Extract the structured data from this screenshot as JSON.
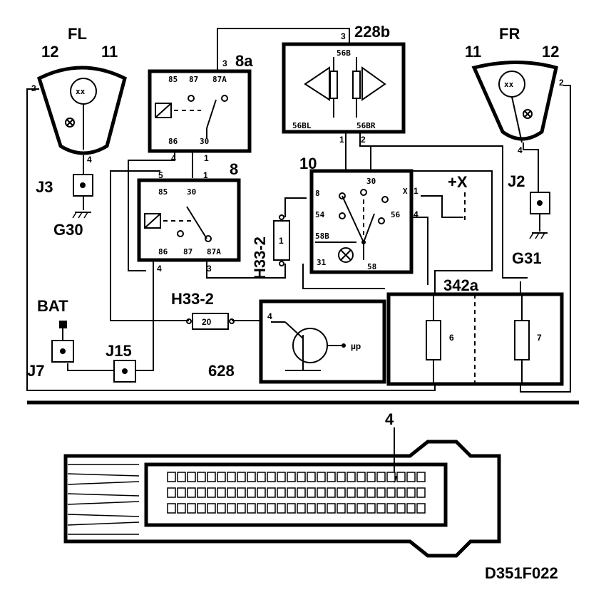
{
  "lamps": {
    "fl": {
      "label": "FL",
      "pin_left": "12",
      "pin_right": "11",
      "pin_side": "2",
      "pin_bottom": "4"
    },
    "fr": {
      "label": "FR",
      "pin_left": "11",
      "pin_right": "12",
      "pin_side": "2",
      "pin_bottom": "4"
    }
  },
  "junctions": {
    "j3": "J3",
    "j2": "J2",
    "j7": "J7",
    "j15": "J15"
  },
  "grounds": {
    "g30": "G30",
    "g31": "G31"
  },
  "bat": "BAT",
  "relay_8a": {
    "label": "8a",
    "pin_85": "85",
    "pin_87": "87",
    "pin_87a": "87A",
    "pin_86": "86",
    "pin_30": "30",
    "conn_top": "3",
    "conn_bl": "4",
    "conn_br": "1"
  },
  "relay_8": {
    "label": "8",
    "pin_85": "85",
    "pin_30": "30",
    "pin_86": "86",
    "pin_87": "87",
    "pin_87a": "87A",
    "conn_tl": "5",
    "conn_tr": "1",
    "conn_bl": "4",
    "conn_br": "3"
  },
  "unit_228b": {
    "label": "228b",
    "pin_56b": "56B",
    "pin_56bl": "56BL",
    "pin_56br": "56BR",
    "conn_top": "3",
    "conn_bl": "1",
    "conn_br": "2"
  },
  "switch_10": {
    "label": "10",
    "pin_8": "8",
    "pin_30": "30",
    "pin_x": "X",
    "pin_54": "54",
    "pin_56": "56",
    "pin_58b": "58B",
    "pin_31": "31",
    "pin_58": "58",
    "conn_1": "1",
    "conn_4": "4"
  },
  "plus_x": "+X",
  "connector_h33_vert": {
    "label": "H33-2",
    "pin": "1"
  },
  "connector_h33_horiz": {
    "label": "H33-2",
    "pin": "20"
  },
  "unit_628": {
    "label": "628",
    "pin": "4",
    "output": "µp"
  },
  "unit_342a": {
    "label": "342a",
    "fuse_6": "6",
    "fuse_7": "7"
  },
  "connector_4": {
    "label": "4"
  },
  "diagram_id": "D351F022"
}
